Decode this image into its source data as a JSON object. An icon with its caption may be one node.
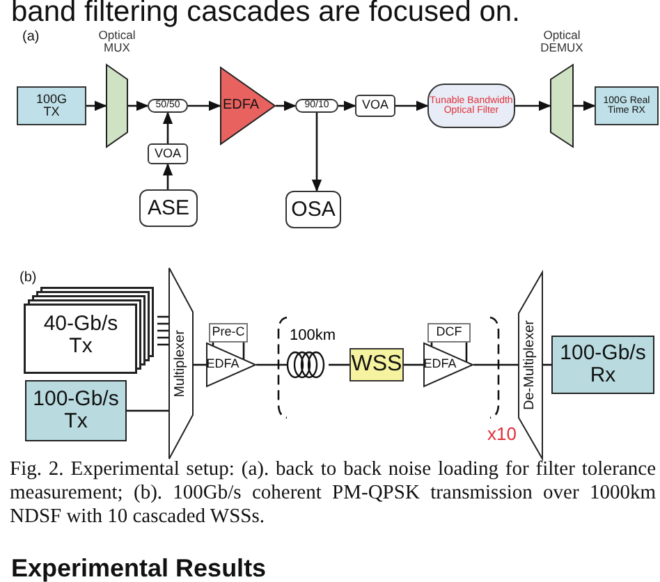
{
  "diagram": {
    "caption": "Fig. 2. Experimental setup: (a). back to back noise loading for filter tolerance measurement; (b). 100Gb/s coherent PM-QPSK transmission over 1000km NDSF with 10 cascaded WSSs.",
    "nodes": [
      {
        "text": [
          "100G TX"
        ]
      },
      {
        "text": [
          "Optical MUX"
        ]
      },
      {
        "text": [
          "50/50"
        ]
      },
      {
        "text": [
          "VOA"
        ]
      },
      {
        "text": [
          "ASE"
        ]
      },
      {
        "text": [
          "EDFA"
        ]
      },
      {
        "text": [
          "90/10"
        ]
      },
      {
        "text": [
          "OSA"
        ]
      },
      {
        "text": [
          "VOA"
        ]
      },
      {
        "text": [
          "Tunable Bandwidth Optical Filter"
        ]
      },
      {
        "text": [
          "Optical DEMUX"
        ]
      },
      {
        "text": [
          "100G Real Time RX"
        ]
      },
      {
        "text": [
          "40-Gb/s Tx"
        ]
      },
      {
        "text": [
          "100-Gb/s Tx"
        ]
      },
      {
        "text": [
          "Multiplexer"
        ]
      },
      {
        "text": [
          "Pre-C"
        ]
      },
      {
        "text": [
          "EDFA"
        ]
      },
      {
        "text": [],
        "shape": "coil",
        "beside": [
          "100km"
        ]
      },
      {
        "text": [
          "WSS"
        ]
      },
      {
        "text": [
          "DCF"
        ]
      },
      {
        "text": [
          "EDFA"
        ]
      },
      {
        "text": [
          "De-Multiplexer"
        ]
      },
      {
        "text": [
          "100-Gb/s Rx"
        ]
      }
    ],
    "edges": [
      {
        "from": 0,
        "to": 1,
        "arrow": "to"
      },
      {
        "from": 1,
        "to": 2,
        "arrow": "to"
      },
      {
        "from": 3,
        "to": 2,
        "arrow": "to"
      },
      {
        "from": 4,
        "to": 3,
        "arrow": "to"
      },
      {
        "from": 2,
        "to": 5,
        "arrow": "to"
      },
      {
        "from": 5,
        "to": 6,
        "arrow": "to"
      },
      {
        "from": 6,
        "to": 8,
        "arrow": "to"
      },
      {
        "from": 6,
        "to": 7,
        "arrow": "to"
      },
      {
        "from": 8,
        "to": 9,
        "arrow": "to"
      },
      {
        "from": 9,
        "to": 10,
        "arrow": "to"
      },
      {
        "from": 10,
        "to": 11,
        "arrow": "to"
      },
      {
        "from": 12,
        "to": 14,
        "arrow": "none"
      },
      {
        "from": 13,
        "to": 14,
        "arrow": "none"
      },
      {
        "from": 14,
        "to": 16,
        "arrow": "none"
      },
      {
        "from": 15,
        "to": 16,
        "arrow": "none"
      },
      {
        "from": 16,
        "to": 17,
        "arrow": "none"
      },
      {
        "from": 17,
        "to": 18,
        "arrow": "none"
      },
      {
        "from": 18,
        "to": 20,
        "arrow": "none"
      },
      {
        "from": 19,
        "to": 20,
        "arrow": "none"
      },
      {
        "from": 20,
        "to": 21,
        "arrow": "none"
      },
      {
        "from": 21,
        "to": 22,
        "arrow": "none"
      }
    ],
    "labels": [
      "band filtering cascades are focused on.",
      "(a)",
      "(b)",
      "x10",
      "Experimental Results"
    ]
  }
}
